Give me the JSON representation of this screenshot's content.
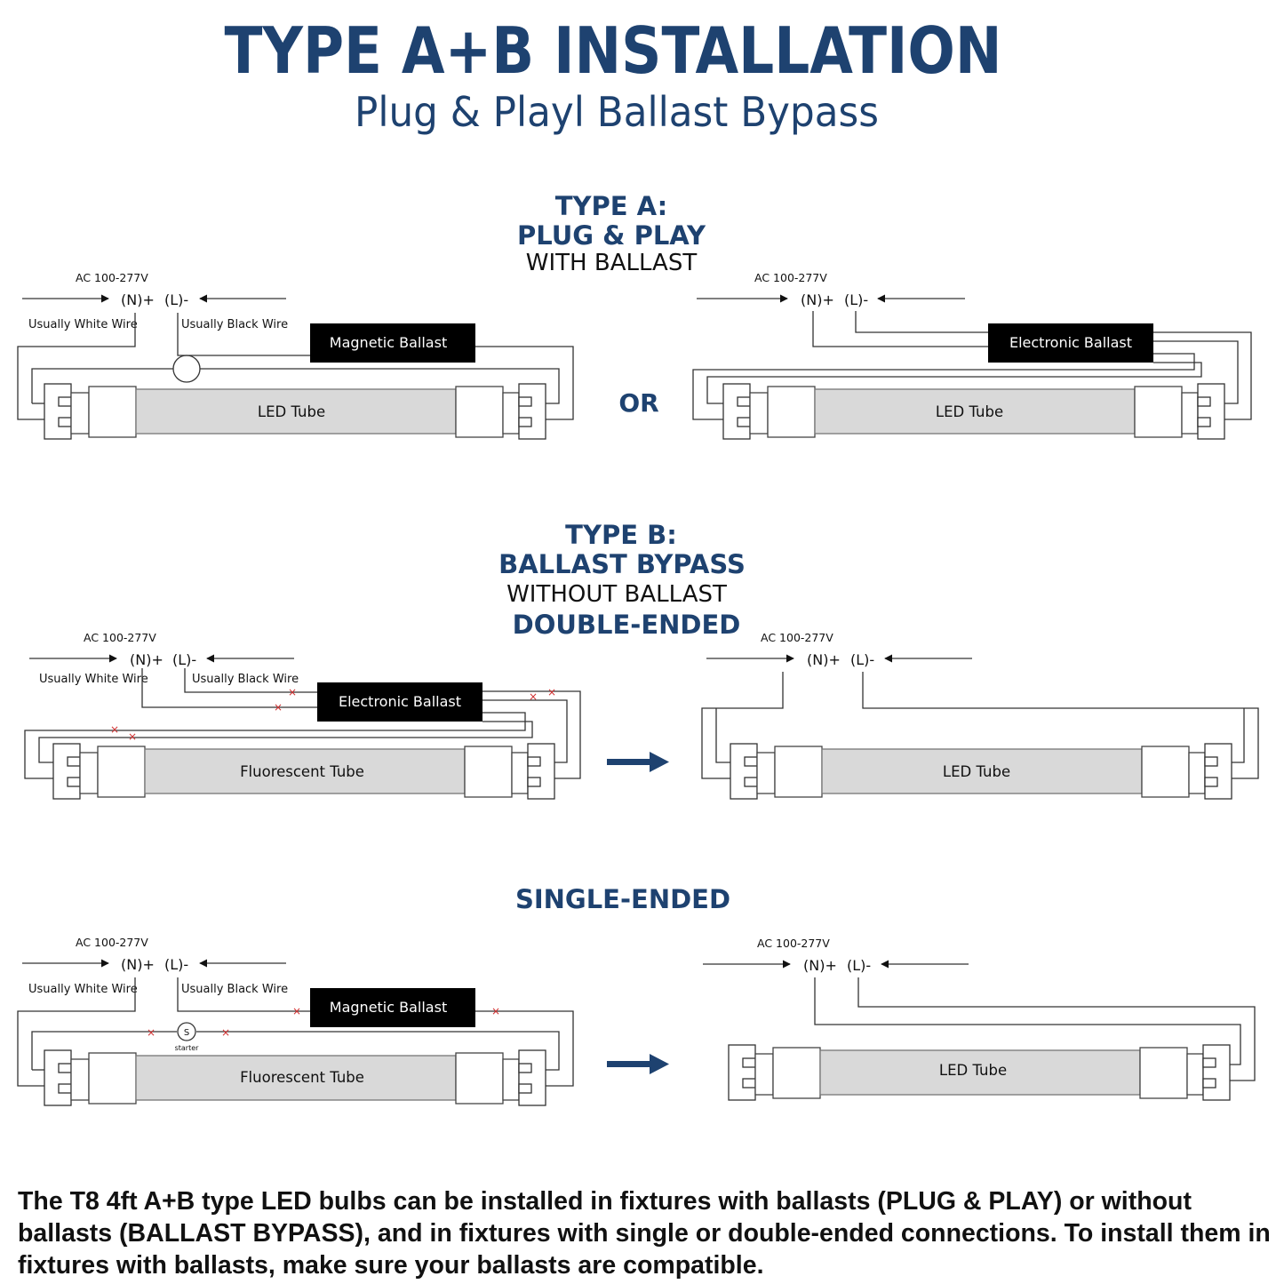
{
  "header": {
    "title": "TYPE A+B INSTALLATION",
    "subtitle": "Plug & Playl Ballast Bypass"
  },
  "type_a": {
    "heading": "TYPE A:",
    "line2": "PLUG & PLAY",
    "line3": "WITH BALLAST"
  },
  "or_label": "OR",
  "type_b": {
    "heading": "TYPE B:",
    "line2": "BALLAST BYPASS",
    "line3": "WITHOUT BALLAST",
    "line4": "DOUBLE-ENDED"
  },
  "single_ended_heading": "SINGLE-ENDED",
  "labels": {
    "voltage": "AC 100-277V",
    "neutral": "(N)+",
    "line": "(L)-",
    "white_wire": "Usually White Wire",
    "black_wire": "Usually Black Wire",
    "magnetic_ballast": "Magnetic Ballast",
    "electronic_ballast": "Electronic Ballast",
    "led_tube": "LED Tube",
    "fluorescent_tube": "Fluorescent Tube",
    "starter_symbol": "S",
    "starter": "starter",
    "x_mark": "×"
  },
  "footer": {
    "text": "The T8 4ft A+B type LED bulbs can be installed in fixtures with ballasts (PLUG & PLAY) or without ballasts (BALLAST BYPASS), and in fixtures with single or double-ended connections. To install them in fixtures with ballasts, make sure your ballasts are compatible."
  },
  "colors": {
    "heading_navy": "#1e4270",
    "ballast_box": "#000000",
    "tube_fill": "#d9d9d9",
    "cut_mark": "#d03030"
  }
}
